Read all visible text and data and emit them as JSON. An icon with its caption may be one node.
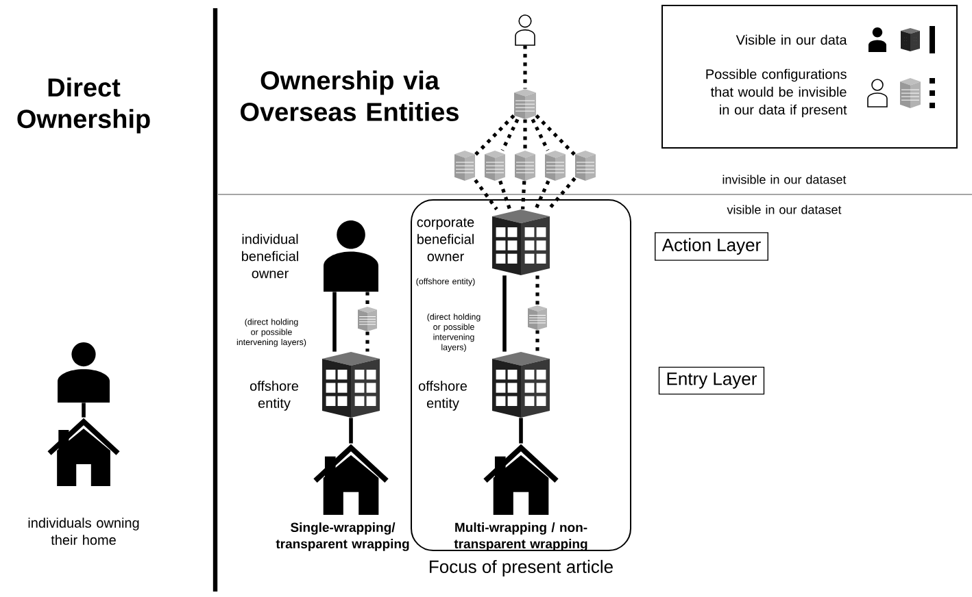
{
  "diagram": {
    "nodes": [
      {
        "text": [],
        "shape": "person"
      },
      {
        "text": [],
        "shape": "house",
        "beside": [
          "individuals owning their home"
        ]
      },
      {
        "text": [],
        "shape": "person",
        "beside": [
          "individual beneficial owner"
        ]
      },
      {
        "text": [],
        "shape": "building"
      },
      {
        "text": [],
        "shape": "building",
        "beside": [
          "offshore entity"
        ]
      },
      {
        "text": [],
        "shape": "house",
        "beside": [
          "Single-wrapping/ transparent wrapping"
        ]
      },
      {
        "text": [],
        "shape": "person"
      },
      {
        "text": [],
        "shape": "building"
      },
      {
        "text": [],
        "shape": "building"
      },
      {
        "text": [],
        "shape": "building"
      },
      {
        "text": [],
        "shape": "building"
      },
      {
        "text": [],
        "shape": "building"
      },
      {
        "text": [],
        "shape": "building"
      },
      {
        "text": [
          "Focus of present article"
        ]
      },
      {
        "text": [],
        "shape": "building",
        "in": 13,
        "beside": [
          "corporate beneficial owner",
          "(offshore entity)"
        ]
      },
      {
        "text": [],
        "shape": "building",
        "in": 13
      },
      {
        "text": [],
        "shape": "building",
        "in": 13,
        "beside": [
          "offshore entity"
        ]
      },
      {
        "text": [],
        "shape": "house",
        "in": 13,
        "beside": [
          "Multi-wrapping / non-transparent wrapping"
        ]
      },
      {
        "text": [
          "Action Layer"
        ]
      },
      {
        "text": [
          "Entry Layer"
        ]
      }
    ],
    "edges": [
      {
        "from": 0,
        "to": 1,
        "arrow": "none"
      },
      {
        "from": 2,
        "to": 4,
        "arrow": "none"
      },
      {
        "from": 2,
        "to": 3,
        "arrow": "none",
        "style": "dashed"
      },
      {
        "from": 3,
        "to": 4,
        "arrow": "none",
        "style": "dashed"
      },
      {
        "from": 4,
        "to": 5,
        "arrow": "none"
      },
      {
        "from": 6,
        "to": 7,
        "arrow": "none",
        "style": "dashed"
      },
      {
        "from": 7,
        "to": 8,
        "arrow": "none",
        "style": "dashed"
      },
      {
        "from": 7,
        "to": 9,
        "arrow": "none",
        "style": "dashed"
      },
      {
        "from": 7,
        "to": 10,
        "arrow": "none",
        "style": "dashed"
      },
      {
        "from": 7,
        "to": 11,
        "arrow": "none",
        "style": "dashed"
      },
      {
        "from": 7,
        "to": 12,
        "arrow": "none",
        "style": "dashed"
      },
      {
        "from": 8,
        "to": 14,
        "arrow": "none",
        "style": "dashed"
      },
      {
        "from": 9,
        "to": 14,
        "arrow": "none",
        "style": "dashed"
      },
      {
        "from": 10,
        "to": 14,
        "arrow": "none",
        "style": "dashed"
      },
      {
        "from": 11,
        "to": 14,
        "arrow": "none",
        "style": "dashed"
      },
      {
        "from": 12,
        "to": 14,
        "arrow": "none",
        "style": "dashed"
      },
      {
        "from": 14,
        "to": 16,
        "arrow": "none"
      },
      {
        "from": 14,
        "to": 15,
        "arrow": "none",
        "style": "dashed"
      },
      {
        "from": 15,
        "to": 16,
        "arrow": "none",
        "style": "dashed"
      },
      {
        "from": 16,
        "to": 17,
        "arrow": "none"
      }
    ],
    "labels": [
      "Direct Ownership",
      "Ownership via Overseas Entities",
      "invisible in our dataset",
      "visible in our dataset",
      "(direct holding or possible intervening layers)",
      "(direct holding or possible intervening layers)"
    ],
    "legend": [
      {
        "text": "Visible in our data"
      },
      {
        "text": "Possible configurations that would be invisible in our data if present"
      }
    ]
  }
}
